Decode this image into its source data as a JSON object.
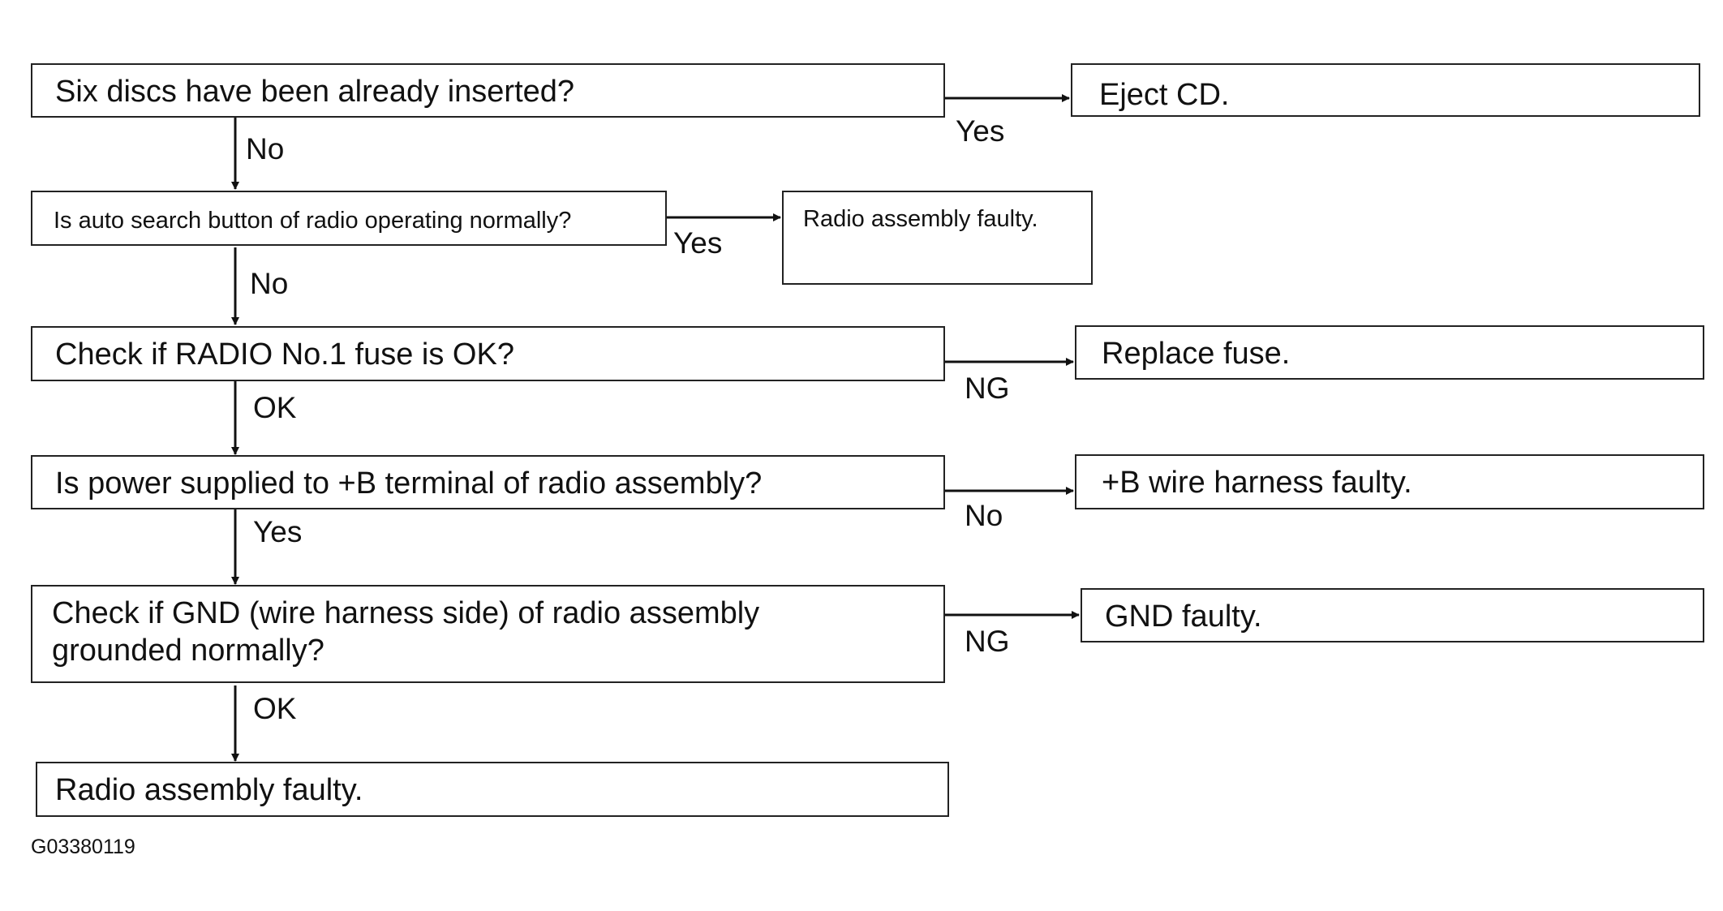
{
  "flow": {
    "q1": "Six discs have been already inserted?",
    "r1": "Eject CD.",
    "q2": "Is auto search button of radio operating normally?",
    "r2": "Radio assembly faulty.",
    "q3": "Check if RADIO No.1 fuse is OK?",
    "r3": "Replace fuse.",
    "q4": "Is power supplied to +B terminal of radio assembly?",
    "r4": "+B wire harness faulty.",
    "q5_line1": "Check if GND (wire harness side) of radio assembly",
    "q5_line2": "grounded normally?",
    "r5": "GND faulty.",
    "final": "Radio assembly faulty."
  },
  "labels": {
    "q1_side": "Yes",
    "q1_down": "No",
    "q2_side": "Yes",
    "q2_down": "No",
    "q3_side": "NG",
    "q3_down": "OK",
    "q4_side": "No",
    "q4_down": "Yes",
    "q5_side": "NG",
    "q5_down": "OK"
  },
  "figure_code": "G03380119"
}
